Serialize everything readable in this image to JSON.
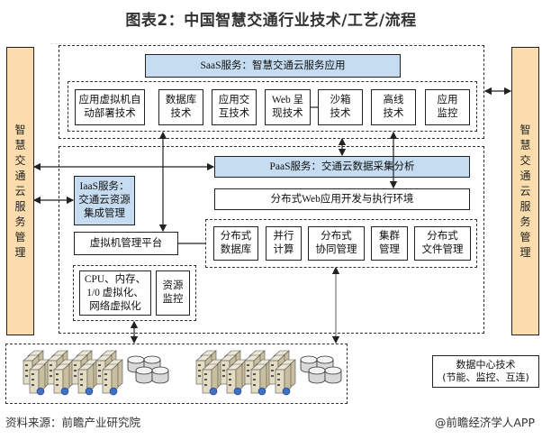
{
  "title": "图表2：中国智慧交通行业技术/工艺/流程",
  "side_panels": {
    "left": "智慧交通云服务管理",
    "right": "智慧交通云服务管理"
  },
  "saas": {
    "header": "SaaS服务：智慧交通云服务应用",
    "items": [
      "应用虚拟机自\n动部署技术",
      "数据库\n技术",
      "应用交\n互技术",
      "Web 呈\n现技术",
      "沙箱\n技术",
      "高线\n技术",
      "应用\n监控"
    ]
  },
  "paas": {
    "header": "PaaS服务：交通云数据采集分析",
    "runtime": "分布式Web应用开发与执行环境",
    "items": [
      "分布式\n数据库",
      "并行\n计算",
      "分布式\n协同管理",
      "集群\n管理",
      "分布式\n文件管理"
    ]
  },
  "iaas": {
    "header": "IaaS服务：\n交通云资源\n集成管理",
    "vm_platform": "虚拟机管理平台",
    "items": [
      "CPU、内存、\n1/0 虚拟化、\n网络虚拟化",
      "资源\n监控"
    ]
  },
  "datacenter": {
    "label": "数据中心技术\n(节能、监控、互连)",
    "server_groups": 2,
    "servers_per_group": 4,
    "storage_icon": "database-cluster-icon"
  },
  "footer": {
    "source": "资料来源：前瞻产业研究院",
    "credit": "@前瞻经济学人APP"
  },
  "colors": {
    "side_panel": "#fbdcac",
    "service_header": "#c6dcf1",
    "line": "#222222"
  }
}
